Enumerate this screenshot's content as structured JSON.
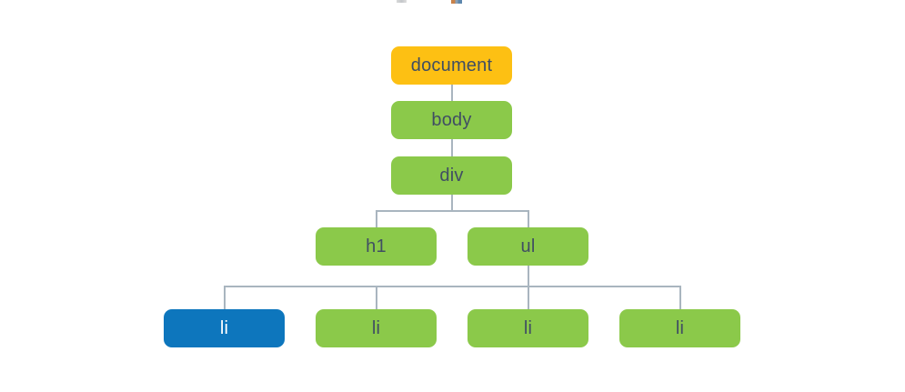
{
  "colors": {
    "background": "#ffffff",
    "root_fill": "#fdc013",
    "element_fill": "#8bc94a",
    "highlight_fill": "#0d76bd",
    "text_dark": "#404e63",
    "text_light": "#ffffff",
    "connector": "#a9b5bf"
  },
  "tree": {
    "nodes": [
      {
        "id": "document",
        "label": "document",
        "variant": "root"
      },
      {
        "id": "body",
        "label": "body",
        "variant": "element"
      },
      {
        "id": "div",
        "label": "div",
        "variant": "element"
      },
      {
        "id": "h1",
        "label": "h1",
        "variant": "element"
      },
      {
        "id": "ul",
        "label": "ul",
        "variant": "element"
      },
      {
        "id": "li-1",
        "label": "li",
        "variant": "highlight"
      },
      {
        "id": "li-2",
        "label": "li",
        "variant": "element"
      },
      {
        "id": "li-3",
        "label": "li",
        "variant": "element"
      },
      {
        "id": "li-4",
        "label": "li",
        "variant": "element"
      }
    ],
    "edges": [
      {
        "from": "document",
        "to": "body"
      },
      {
        "from": "body",
        "to": "div"
      },
      {
        "from": "div",
        "to": "h1"
      },
      {
        "from": "div",
        "to": "ul"
      },
      {
        "from": "ul",
        "to": "li-1"
      },
      {
        "from": "ul",
        "to": "li-2"
      },
      {
        "from": "ul",
        "to": "li-3"
      },
      {
        "from": "ul",
        "to": "li-4"
      }
    ]
  }
}
